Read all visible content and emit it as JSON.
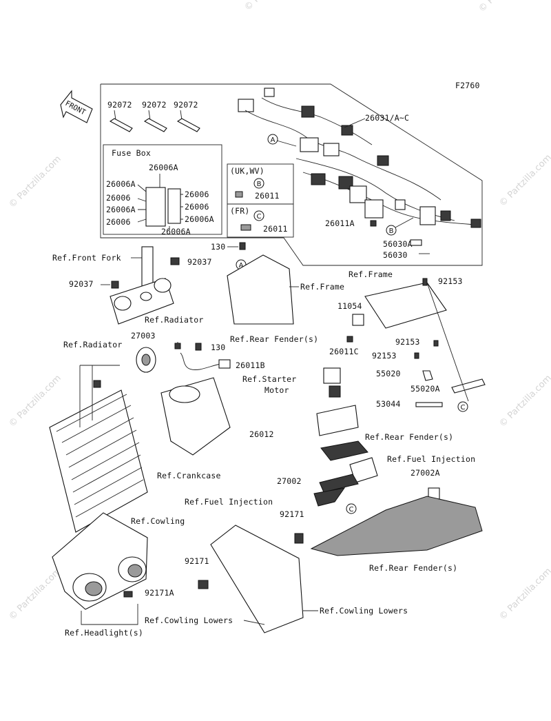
{
  "figure_code": "F2760",
  "front_label": "FRONT",
  "watermark": "© Partzilla.com",
  "fuse_box": {
    "title": "Fuse Box",
    "parts_left": [
      "26006A",
      "26006",
      "26006A",
      "26006"
    ],
    "parts_top": "26006A",
    "parts_right": [
      "26006",
      "26006",
      "26006A"
    ],
    "part_bottom": "26006A"
  },
  "variants": {
    "uk_wv": "(UK,WV)",
    "fr": "(FR)",
    "uk_part": "26011",
    "fr_part": "26011"
  },
  "callouts": {
    "a": "A",
    "b": "B",
    "c": "C"
  },
  "labels": {
    "p92072_1": "92072",
    "p92072_2": "92072",
    "p92072_3": "92072",
    "p26031": "26031/A~C",
    "p26011A": "26011A",
    "p56030A": "56030A",
    "p56030": "56030",
    "p130_top": "130",
    "ref_front_fork": "Ref.Front Fork",
    "p92037_right": "92037",
    "p92037_left": "92037",
    "ref_frame_top": "Ref.Frame",
    "ref_frame": "Ref.Frame",
    "p92153_top": "92153",
    "p11054": "11054",
    "ref_radiator_top": "Ref.Radiator",
    "p27003": "27003",
    "ref_radiator": "Ref.Radiator",
    "ref_rear_fender_s": "Ref.Rear Fender(s)",
    "p130_mid": "130",
    "p26011C": "26011C",
    "p26011B": "26011B",
    "p92153_mid": "92153",
    "p92153_low": "92153",
    "ref_starter_1": "Ref.Starter",
    "ref_starter_2": "Motor",
    "p55020": "55020",
    "p55020A": "55020A",
    "p53044": "53044",
    "p26012": "26012",
    "ref_rear_fender_mid": "Ref.Rear Fender(s)",
    "ref_fuel_injection_top": "Ref.Fuel Injection",
    "ref_crankcase": "Ref.Crankcase",
    "p27002": "27002",
    "p27002A": "27002A",
    "ref_fuel_injection": "Ref.Fuel Injection",
    "p92171_top": "92171",
    "ref_cowling": "Ref.Cowling",
    "ref_rear_fender_low": "Ref.Rear Fender(s)",
    "p92171_mid": "92171",
    "p92171A": "92171A",
    "ref_cowling_lowers_right": "Ref.Cowling Lowers",
    "ref_cowling_lowers": "Ref.Cowling Lowers",
    "ref_headlights": "Ref.Headlight(s)"
  }
}
